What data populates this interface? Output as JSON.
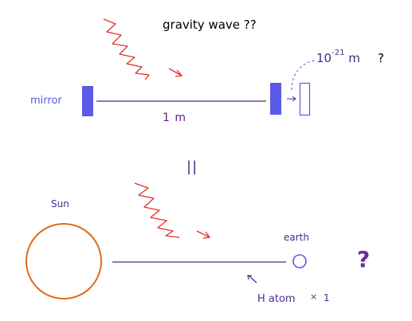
{
  "labels": {
    "title": "gravity wave ??",
    "mirror": "mirror",
    "length": "1 m",
    "displacement_base": "10",
    "displacement_exp": "-21",
    "displacement_unit": "m",
    "displacement_q": "?",
    "equals": "||",
    "sun": "Sun",
    "earth": "earth",
    "question": "?",
    "h_atom": "H atom",
    "times": "×",
    "one": "1"
  },
  "colors": {
    "mirror": "#5a5ae6",
    "wave": "#e03030",
    "sun": "#e06a1a",
    "earth": "#5a5ae6",
    "line": "#4b2a8a"
  }
}
